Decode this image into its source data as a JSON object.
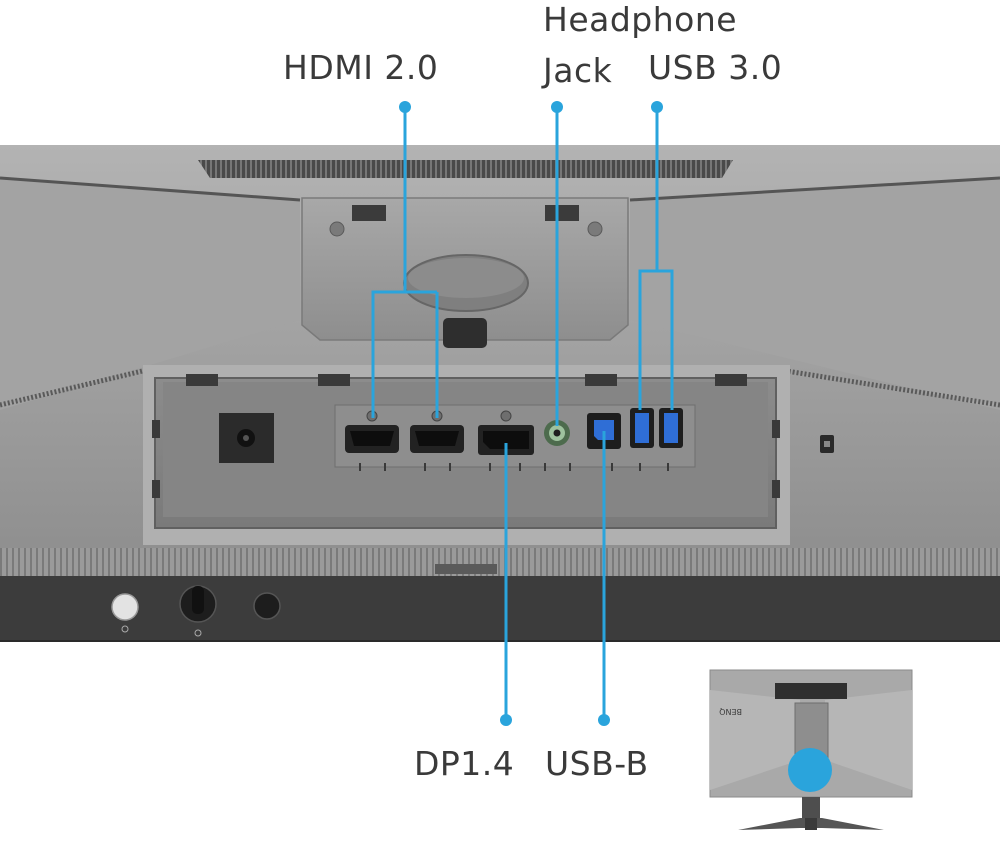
{
  "callouts": {
    "hdmi": "HDMI 2.0",
    "headphone_line1": "Headphone",
    "headphone_line2": "Jack",
    "usb3": "USB 3.0",
    "dp": "DP1.4",
    "usbb": "USB-B"
  },
  "inset": {
    "brand": "BENQ"
  },
  "colors": {
    "callout": "#2aa4dc",
    "text": "#3a3a3a",
    "monitor_body": "#9c9c9c",
    "port_panel": "#8a8a8a",
    "bezel_dark": "#3c3c3c"
  }
}
